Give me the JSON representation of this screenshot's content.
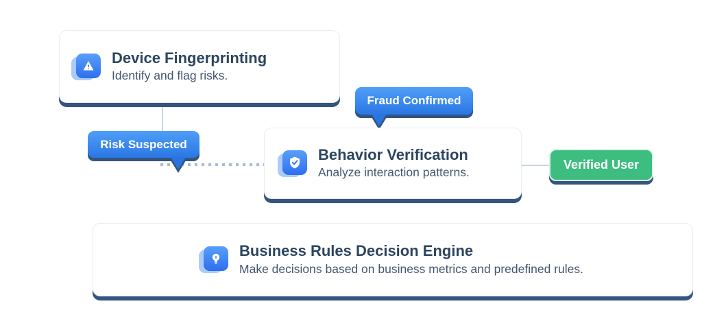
{
  "diagram": {
    "nodes": {
      "device": {
        "title": "Device Fingerprinting",
        "subtitle": "Identify and flag risks.",
        "icon": "alert-triangle-icon"
      },
      "behavior": {
        "title": "Behavior Verification",
        "subtitle": "Analyze interaction patterns.",
        "icon": "shield-check-icon"
      },
      "business": {
        "title": "Business Rules Decision Engine",
        "subtitle": "Make decisions based on business metrics and predefined rules.",
        "icon": "lightbulb-icon"
      }
    },
    "edge_labels": {
      "risk_suspected": "Risk Suspected",
      "fraud_confirmed": "Fraud Confirmed",
      "verified_user": "Verified User"
    },
    "colors": {
      "bubble_blue_top": "#4f9ef7",
      "bubble_blue_bottom": "#2a76e4",
      "badge_green": "#3dbd80",
      "hard_shadow": "#33557e",
      "icon_blue_top": "#57a0f8",
      "icon_blue_bottom": "#2f6ef0",
      "icon_back_blue": "#abccf8",
      "title_text": "#2b4560",
      "subtitle_text": "#44566e",
      "connector_gray": "#c9d4e2"
    }
  }
}
